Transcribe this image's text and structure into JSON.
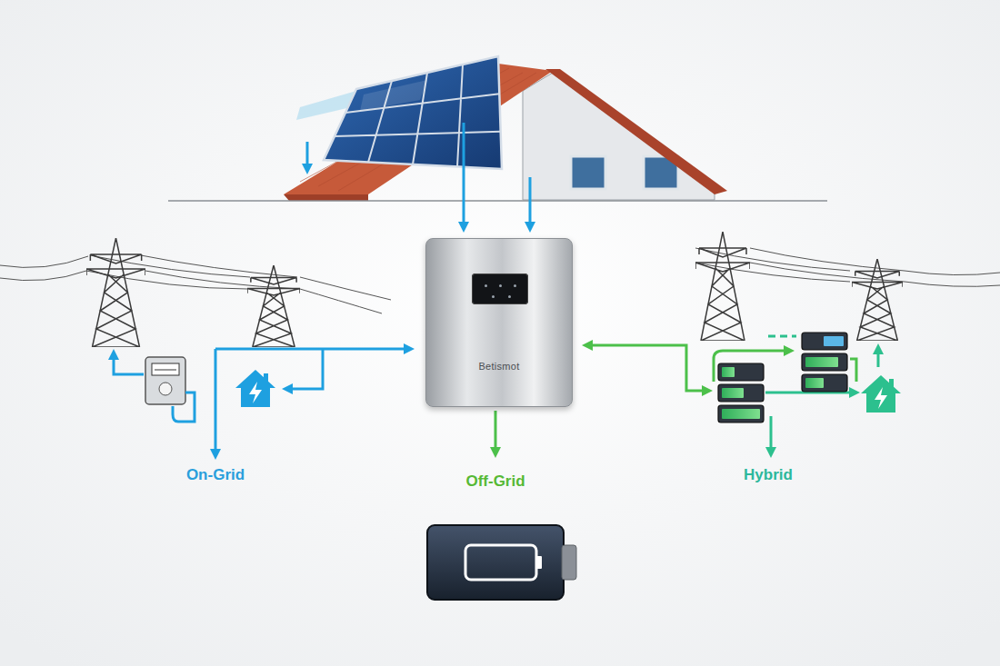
{
  "diagram": {
    "nodes": [
      {
        "text": [
          "Betismot"
        ]
      }
    ],
    "labels": [
      "On-Grid",
      "Off-Grid",
      "Hybrid"
    ]
  }
}
